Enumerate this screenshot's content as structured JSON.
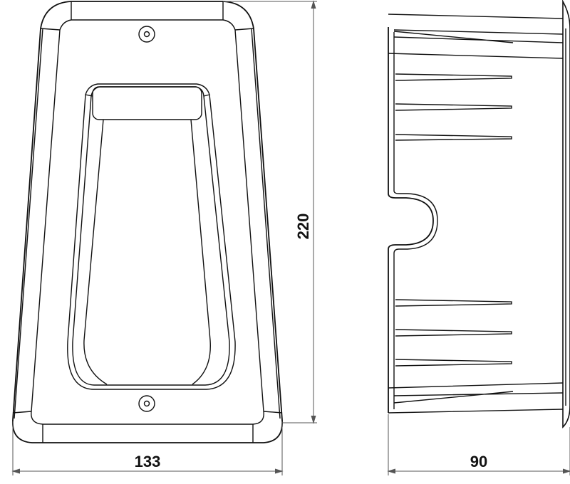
{
  "drawing": {
    "line_color": "#111111",
    "dimension_color": "#555555",
    "dimensions": {
      "height": "220",
      "front_width": "133",
      "depth": "90"
    }
  }
}
